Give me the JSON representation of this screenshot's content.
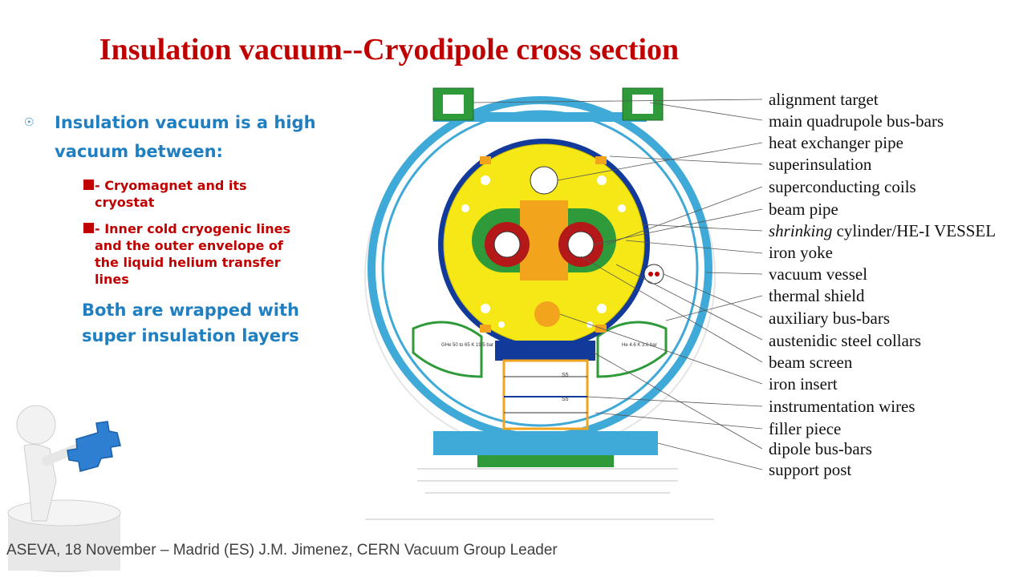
{
  "slide": {
    "title": "Insulation vacuum--Cryodipole cross section",
    "bullet_main_line1": "Insulation vacuum is a high",
    "bullet_main_line2": "vacuum between:",
    "sub_bullets": [
      {
        "line1": "- Cryomagnet and its",
        "line2": "cryostat",
        "line3": "",
        "line4": ""
      },
      {
        "line1": "- Inner cold cryogenic lines",
        "line2": "and the outer envelope of",
        "line3": "the liquid helium transfer",
        "line4": "lines"
      }
    ],
    "note_line1": "Both are wrapped with",
    "note_line2": "super insulation layers",
    "footer": "ASEVA, 18 November – Madrid (ES) J.M. Jimenez, CERN Vacuum Group Leader"
  },
  "diagram": {
    "labels": [
      "alignment target",
      "main quadrupole bus-bars",
      "heat exchanger pipe",
      "superinsulation",
      "superconducting coils",
      "beam pipe",
      "iron yoke",
      "vacuum vessel",
      "thermal shield",
      "auxiliary bus-bars",
      "austenidic steel collars",
      "beam screen",
      "iron insert",
      "instrumentation wires",
      "filler piece",
      "dipole bus-bars",
      "support post"
    ],
    "shrinking_prefix": "shrinking",
    "shrinking_rest": " cylinder/HE-I VESSEL",
    "small_texts": [
      "GHe 50 to 65 K 19.5 bar",
      "He 4.6 K 3.6 bar",
      "S5",
      "S5"
    ]
  },
  "colors": {
    "title": "#c00000",
    "blue_text": "#1f7fc1",
    "red_text": "#c00000",
    "vessel_blue": "#3fa9d8",
    "yoke_yellow": "#f5e816",
    "collar_green": "#2e9a3a",
    "coil_red": "#b41818",
    "insert_orange": "#f2a51c",
    "shell_navy": "#123a9a"
  }
}
